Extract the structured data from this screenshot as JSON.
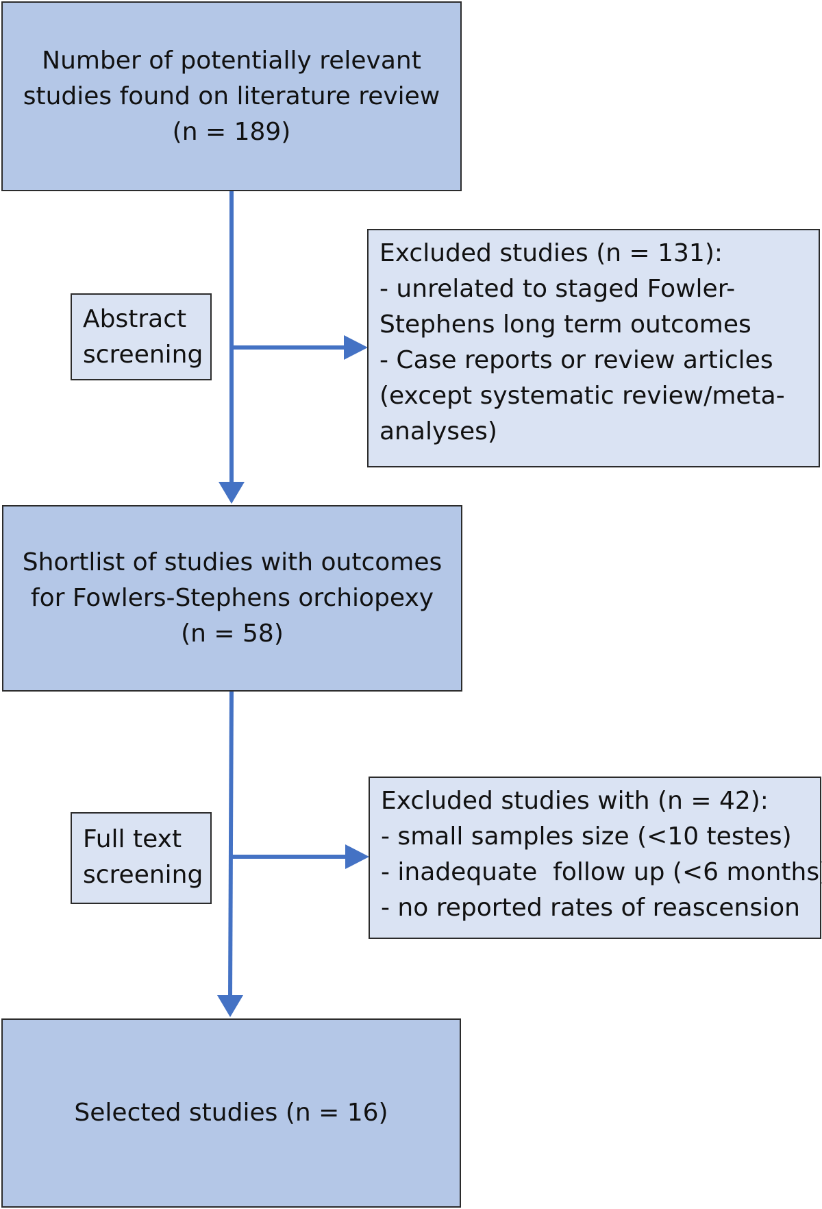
{
  "flowchart": {
    "identified": {
      "lines": [
        "Number of potentially relevant",
        "studies found on literature review",
        "(n = 189)"
      ]
    },
    "abstract_screening": {
      "lines": [
        "Abstract",
        "screening"
      ]
    },
    "excluded_abstract": {
      "lines": [
        "Excluded studies (n = 131):",
        "- unrelated to staged Fowler-",
        "Stephens long term outcomes",
        "- Case reports or review articles",
        "(except systematic review/meta-",
        "analyses)"
      ]
    },
    "shortlist": {
      "lines": [
        "Shortlist of studies with outcomes",
        "for Fowlers-Stephens orchiopexy",
        "(n = 58)"
      ]
    },
    "fulltext_screening": {
      "lines": [
        "Full text",
        "screening"
      ]
    },
    "excluded_fulltext": {
      "lines": [
        "Excluded studies with (n = 42):",
        "- small samples size (<10 testes)",
        "- inadequate  follow up (<6 months)",
        "- no reported rates of reascension"
      ]
    },
    "selected": {
      "lines": [
        "Selected studies (n = 16)"
      ]
    }
  },
  "colors": {
    "main_box_fill": "#b4c7e7",
    "side_box_fill": "#dae3f3",
    "arrow": "#4472c4",
    "border": "#2b2b2b"
  }
}
